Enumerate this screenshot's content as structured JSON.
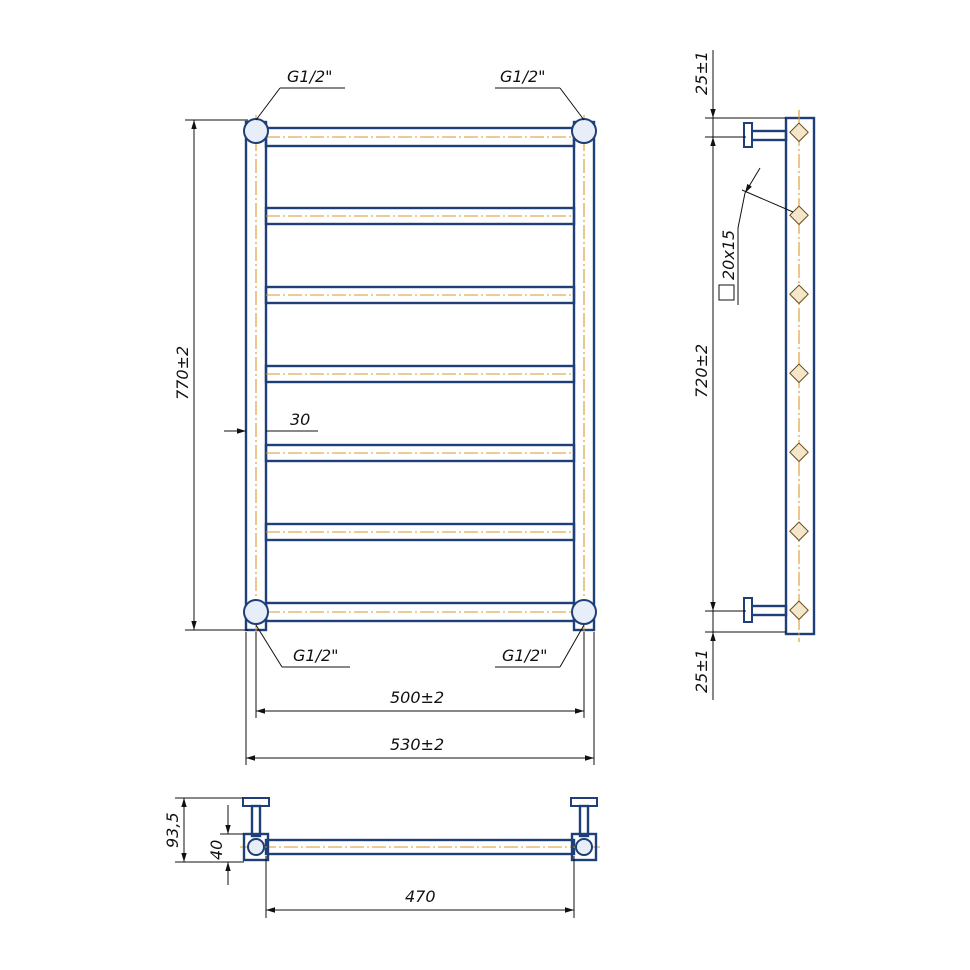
{
  "labels": {
    "thread_top_left": "G1/2\"",
    "thread_top_right": "G1/2\"",
    "thread_bottom_left": "G1/2\"",
    "thread_bottom_right": "G1/2\"",
    "height_overall": "770±2",
    "offset": "30",
    "width_centers": "500±2",
    "width_overall": "530±2",
    "side_top_offset": "25±1",
    "side_bottom_offset": "25±1",
    "side_height": "720±2",
    "profile": "20x15",
    "depth_overall": "93,5",
    "depth_axis": "40",
    "bottom_span": "470"
  },
  "colors": {
    "pipe": "#1f3f78",
    "axis": "#d99a2b",
    "dimension": "#111111"
  }
}
